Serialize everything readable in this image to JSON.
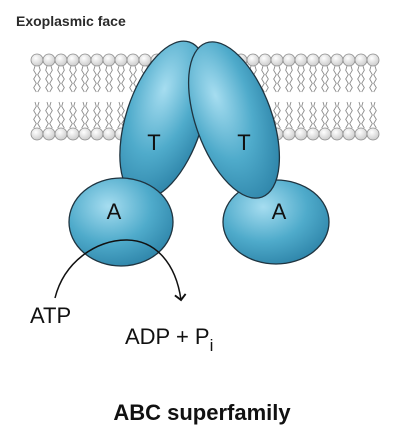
{
  "membrane_label": "Exoplasmic face",
  "domains": {
    "left_transmembrane": "T",
    "right_transmembrane": "T",
    "left_atpase": "A",
    "right_atpase": "A"
  },
  "reaction": {
    "substrate": "ATP",
    "product_main": "ADP + P",
    "product_subscript": "i"
  },
  "caption": "ABC superfamily",
  "colors": {
    "protein_fill": "#4aa7c8",
    "protein_highlight": "#9fd8ec",
    "protein_outline": "#1f3440",
    "lipid_head_fill": "#e6e6e6",
    "lipid_head_stroke": "#8c8c8c",
    "lipid_tail": "#8c8c8c"
  }
}
